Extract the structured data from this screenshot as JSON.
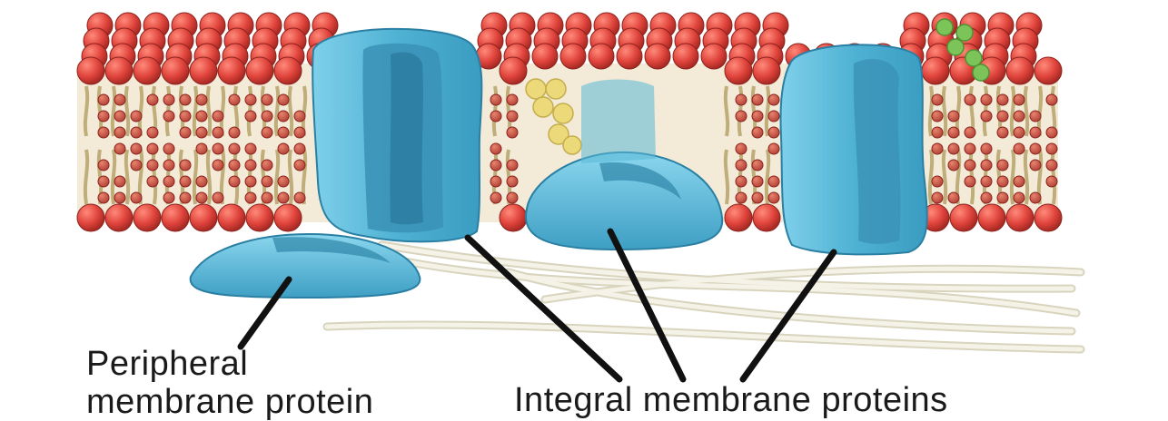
{
  "labels": {
    "peripheral_line1": "Peripheral",
    "peripheral_line2": "membrane protein",
    "integral": "Integral membrane proteins"
  },
  "colors": {
    "phospholipid_head": "#e0443c",
    "phospholipid_tail": "#cdbd8a",
    "protein": "#5ab8d6",
    "protein_dark": "#2f86a8",
    "cholesterol": "#ecd97a",
    "glycolipid": "#7cc45a",
    "cytoskeleton": "#e9e6d4",
    "leader_line": "#111111"
  }
}
